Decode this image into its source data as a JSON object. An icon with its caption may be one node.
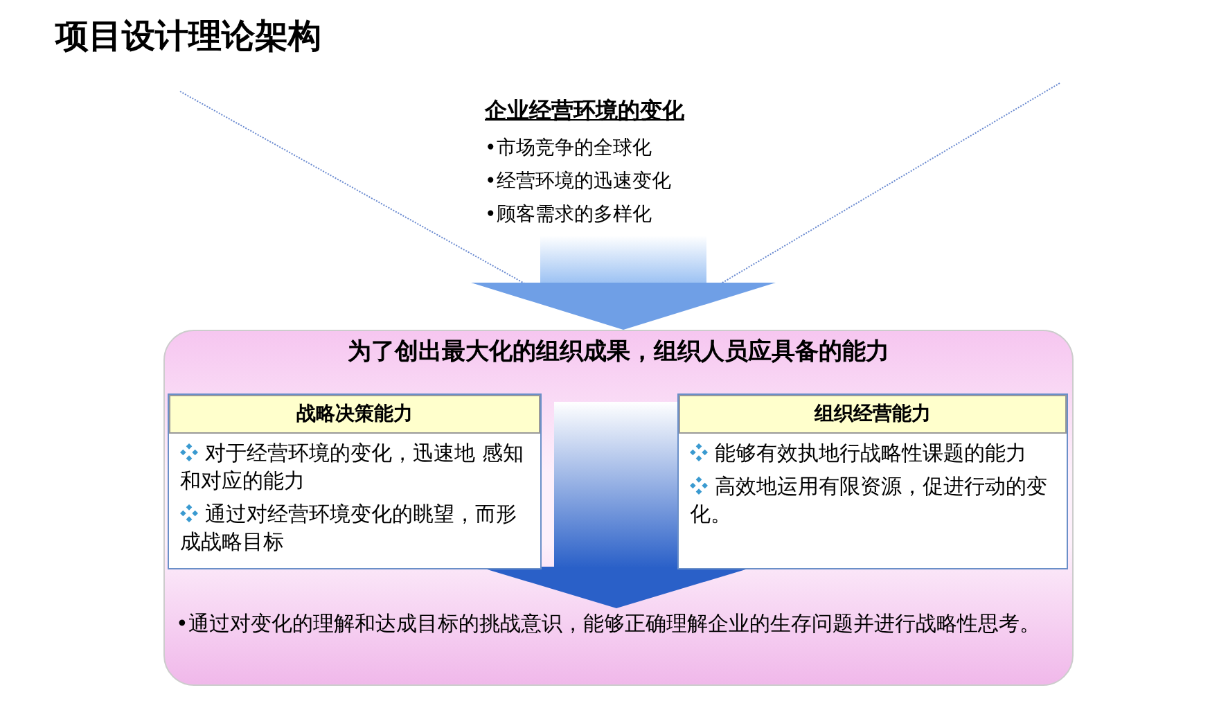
{
  "diagram": {
    "title": "项目设计理论架构",
    "nodes": [
      {
        "text": [
          "企业经营环境的变化",
          "•市场竞争的全球化",
          "•经营环境的迅速变化",
          "•顾客需求的多样化"
        ]
      },
      {
        "text": [
          "为了创出最大化的组织成果，组织人员应具备的能力"
        ]
      },
      {
        "text": [
          "战略决策能力",
          "对于经营环境的变化，迅速地 感知和对应的能力",
          "通过对经营环境变化的眺望，而形成战略目标"
        ],
        "in": 1
      },
      {
        "text": [
          "组织经营能力",
          "能够有效执地行战略性课题的能力",
          "高效地运用有限资源，促进行动的变化。"
        ],
        "in": 1
      },
      {
        "text": [
          "•通过对变化的理解和达成目标的挑战意识，能够正确理解企业的生存问题并进行战略性思考。"
        ],
        "in": 1
      }
    ],
    "edges": [
      {
        "from": 0,
        "to": 1,
        "arrow": "to"
      },
      {
        "from": null,
        "to": 4,
        "arrow": "to"
      }
    ]
  }
}
